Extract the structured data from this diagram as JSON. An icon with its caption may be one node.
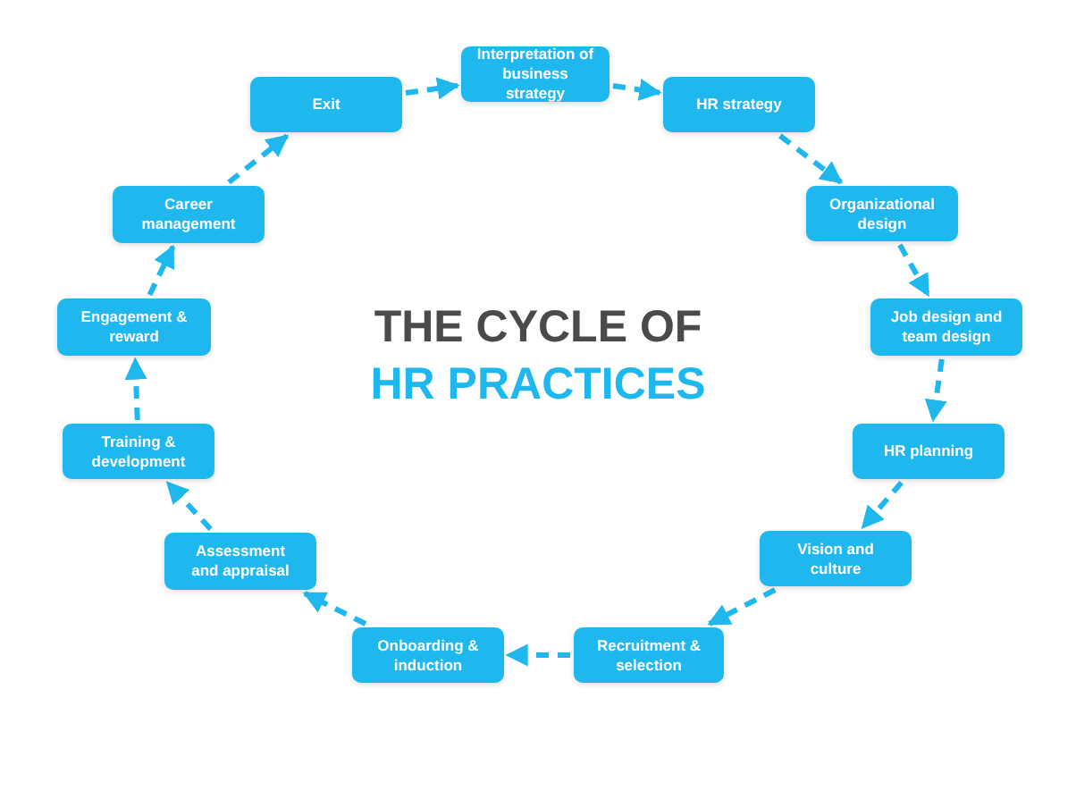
{
  "diagram": {
    "title": "THE CYCLE OF",
    "nodes": [
      {
        "text": [
          "Interpretation of business strategy"
        ]
      },
      {
        "text": [
          "HR strategy"
        ]
      },
      {
        "text": [
          "Organizational design"
        ]
      },
      {
        "text": [
          "Job design and team design"
        ]
      },
      {
        "text": [
          "HR planning"
        ]
      },
      {
        "text": [
          "Vision and culture"
        ]
      },
      {
        "text": [
          "Recruitment & selection"
        ]
      },
      {
        "text": [
          "Onboarding & induction"
        ]
      },
      {
        "text": [
          "Assessment and appraisal"
        ]
      },
      {
        "text": [
          "Training & development"
        ]
      },
      {
        "text": [
          "Engagement & reward"
        ]
      },
      {
        "text": [
          "Career management"
        ]
      },
      {
        "text": [
          "Exit"
        ]
      }
    ],
    "edges": [
      {
        "from": 0,
        "to": 1,
        "arrow": "to",
        "style": "dashed"
      },
      {
        "from": 1,
        "to": 2,
        "arrow": "to",
        "style": "dashed"
      },
      {
        "from": 2,
        "to": 3,
        "arrow": "to",
        "style": "dashed"
      },
      {
        "from": 3,
        "to": 4,
        "arrow": "to",
        "style": "dashed"
      },
      {
        "from": 4,
        "to": 5,
        "arrow": "to",
        "style": "dashed"
      },
      {
        "from": 5,
        "to": 6,
        "arrow": "to",
        "style": "dashed"
      },
      {
        "from": 6,
        "to": 7,
        "arrow": "to",
        "style": "dashed"
      },
      {
        "from": 7,
        "to": 8,
        "arrow": "to",
        "style": "dashed"
      },
      {
        "from": 8,
        "to": 9,
        "arrow": "to",
        "style": "dashed"
      },
      {
        "from": 9,
        "to": 10,
        "arrow": "to",
        "style": "dashed"
      },
      {
        "from": 10,
        "to": 11,
        "arrow": "to",
        "style": "dashed"
      },
      {
        "from": 11,
        "to": 12,
        "arrow": "to",
        "style": "dashed"
      },
      {
        "from": 12,
        "to": 0,
        "arrow": "to",
        "style": "dashed"
      }
    ],
    "labels": [
      "HR PRACTICES"
    ]
  }
}
